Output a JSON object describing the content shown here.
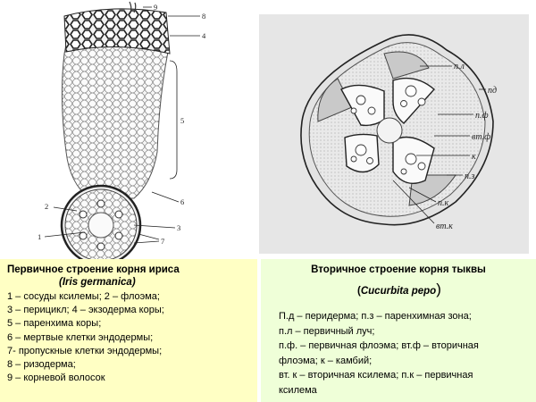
{
  "left_figure": {
    "labels": [
      "9",
      "8",
      "4",
      "5",
      "6",
      "2",
      "3",
      "1",
      "7"
    ]
  },
  "right_figure": {
    "labels": [
      "п.л",
      "пд",
      "п.ф",
      "вт.ф",
      "к",
      "п.з",
      "п.к",
      "вт.к"
    ]
  },
  "left_panel": {
    "title": "Первичное строение корня ириса",
    "subtitle": "(Iris germanica)",
    "lines": [
      "1 – сосуды ксилемы; 2 – флоэма;",
      "3 – перицикл; 4 – экзодерма коры;",
      "5 – паренхима коры;",
      "6 – мертвые клетки эндодермы;",
      "7- пропускные клетки эндодермы;",
      "8 – ризодерма;",
      "9 – корневой волосок"
    ]
  },
  "right_panel": {
    "title": "Вторичное строение корня тыквы",
    "subtitle_open": "(",
    "subtitle_name": "Cucurbita pepo",
    "subtitle_close": ")",
    "lines": [
      "П.д – перидерма; п.з – паренхимная зона;",
      "п.л – первичный луч;",
      "п.ф. – первичная флоэма; вт.ф – вторичная",
      "флоэма; к – камбий;",
      "вт. к – вторичная ксилема; п.к – первичная",
      "ксилема"
    ]
  }
}
